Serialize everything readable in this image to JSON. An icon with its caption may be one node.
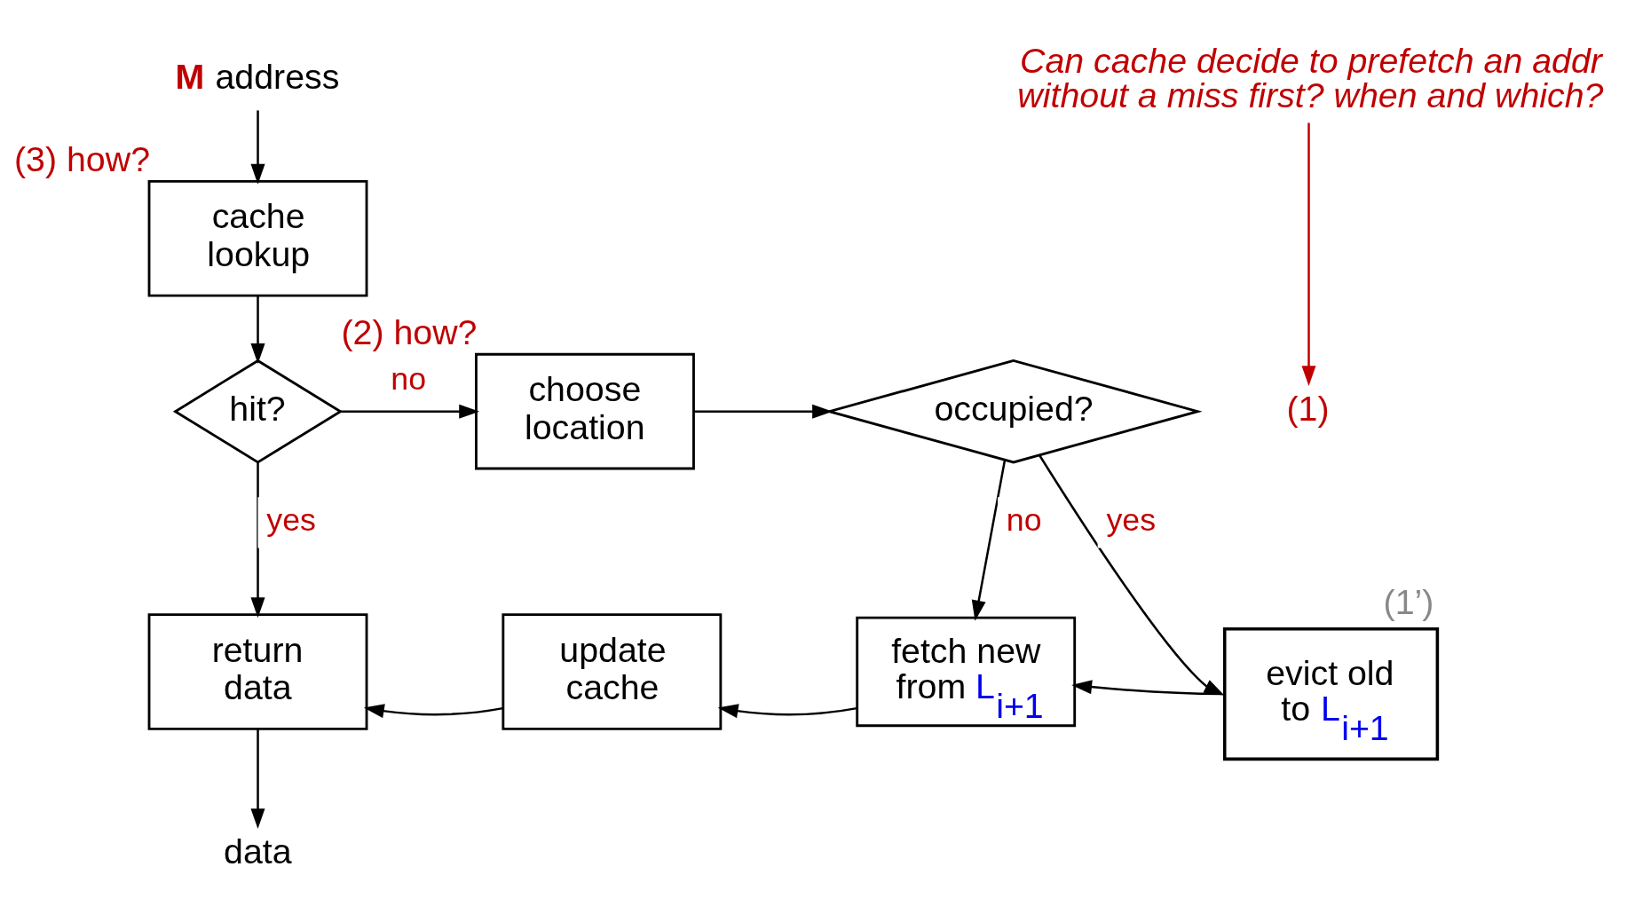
{
  "diagram": {
    "nodes": [
      {
        "text": [
          "**M** address"
        ]
      },
      {
        "text": [
          "cache lookup"
        ],
        "beside": [
          "(3) how?"
        ]
      },
      {
        "text": [
          "hit?"
        ]
      },
      {
        "text": [
          "choose location"
        ],
        "beside": [
          "(2) how?"
        ]
      },
      {
        "text": [
          "occupied?"
        ]
      },
      {
        "text": [
          "evict old to L$_{i+1}$"
        ],
        "beside": [
          "(1’)"
        ]
      },
      {
        "text": [
          "fetch new from L$_{i+1}$"
        ]
      },
      {
        "text": [
          "update cache"
        ]
      },
      {
        "text": [
          "return data"
        ]
      },
      {
        "text": [
          "data"
        ]
      },
      {
        "text": [
          "Can cache decide to prefetch an addr without a miss first? when and which?"
        ]
      },
      {
        "text": [
          "(1)"
        ]
      }
    ],
    "edges": [
      {
        "from": 0,
        "to": 1,
        "arrow": "to"
      },
      {
        "from": 1,
        "to": 2,
        "arrow": "to"
      },
      {
        "from": 2,
        "to": 3,
        "arrow": "to",
        "label": "no"
      },
      {
        "from": 2,
        "to": 8,
        "arrow": "to",
        "label": "yes"
      },
      {
        "from": 3,
        "to": 4,
        "arrow": "to"
      },
      {
        "from": 4,
        "to": 5,
        "arrow": "to",
        "label": "yes"
      },
      {
        "from": 4,
        "to": 6,
        "arrow": "to",
        "label": "no"
      },
      {
        "from": 5,
        "to": 6,
        "arrow": "to"
      },
      {
        "from": 6,
        "to": 7,
        "arrow": "to"
      },
      {
        "from": 7,
        "to": 8,
        "arrow": "to"
      },
      {
        "from": 8,
        "to": 9,
        "arrow": "to"
      },
      {
        "from": 10,
        "to": 11,
        "arrow": "to",
        "color": "#c00000"
      }
    ]
  }
}
